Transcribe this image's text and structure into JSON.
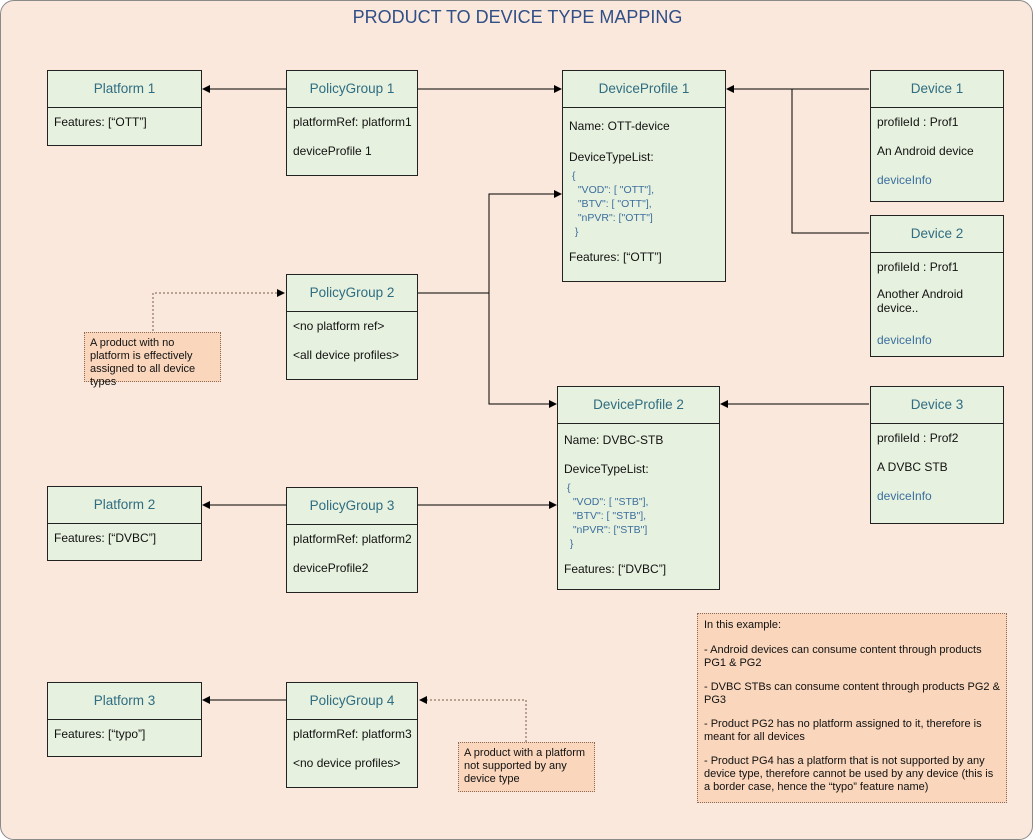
{
  "title": "PRODUCT TO DEVICE TYPE MAPPING",
  "platforms": [
    {
      "name": "Platform 1",
      "features": "Features: [“OTT”]"
    },
    {
      "name": "Platform 2",
      "features": "Features: [“DVBC”]"
    },
    {
      "name": "Platform 3",
      "features": "Features: [“typo”]"
    }
  ],
  "policy_groups": [
    {
      "name": "PolicyGroup 1",
      "line1": "platformRef: platform1",
      "line2": "deviceProfile 1"
    },
    {
      "name": "PolicyGroup 2",
      "line1": "<no platform ref>",
      "line2": "<all device profiles>"
    },
    {
      "name": "PolicyGroup 3",
      "line1": "platformRef: platform2",
      "line2": "deviceProfile2"
    },
    {
      "name": "PolicyGroup 4",
      "line1": "platformRef: platform3",
      "line2": "<no device profiles>"
    }
  ],
  "device_profiles": [
    {
      "name": "DeviceProfile 1",
      "profile_name": "Name: OTT-device",
      "list_label": "DeviceTypeList:",
      "code": "{\n  \"VOD\": [ \"OTT\"],\n  \"BTV\": [ \"OTT\"],\n  \"nPVR\": [\"OTT\"]\n }",
      "features": "Features: [“OTT”]"
    },
    {
      "name": "DeviceProfile 2",
      "profile_name": "Name: DVBC-STB",
      "list_label": "DeviceTypeList:",
      "code": "{\n  \"VOD\": [ \"STB\"],\n  \"BTV\": [ \"STB\"],\n  \"nPVR\": [\"STB\"]\n }",
      "features": "Features: [“DVBC”]"
    }
  ],
  "devices": [
    {
      "name": "Device 1",
      "profile": "profileId : Prof1",
      "desc": "An Android device",
      "info": "deviceInfo"
    },
    {
      "name": "Device 2",
      "profile": "profileId : Prof1",
      "desc": "Another Android device..",
      "info": "deviceInfo"
    },
    {
      "name": "Device 3",
      "profile": "profileId : Prof2",
      "desc": "A DVBC STB",
      "info": "deviceInfo"
    }
  ],
  "notes": {
    "no_platform": "A product with no platform is effectively assigned to all device types",
    "unsupported_platform": "A product with a platform not supported by any device type",
    "example_title": "In this example:",
    "example_points": [
      "- Android devices can consume content through products PG1 & PG2",
      "- DVBC STBs can consume content through products PG2 & PG3",
      "- Product PG2 has no platform assigned to it, therefore is meant for all devices",
      "- Product PG4 has a platform that is not supported by any device type, therefore cannot be used by any device (this is a border case, hence the “typo” feature name)"
    ]
  }
}
